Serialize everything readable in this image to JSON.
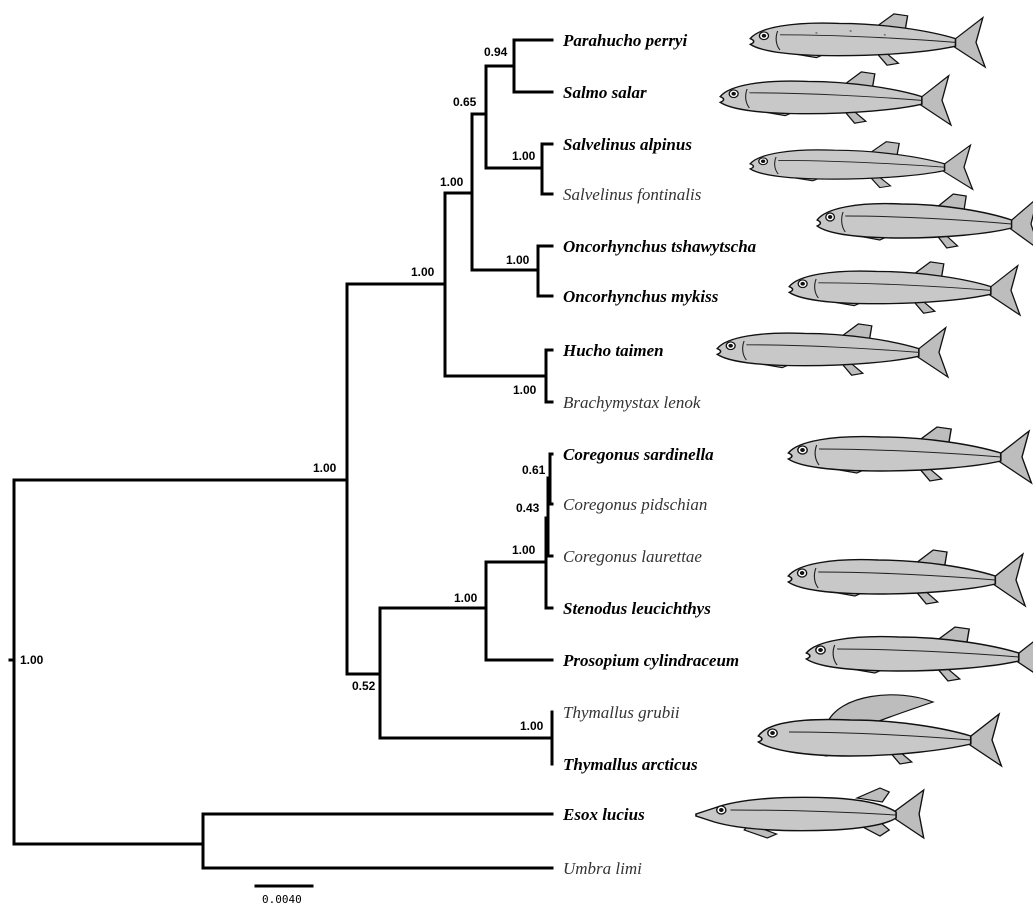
{
  "taxa": [
    {
      "name": "Parahucho perryi",
      "bold": true
    },
    {
      "name": "Salmo salar",
      "bold": true
    },
    {
      "name": "Salvelinus alpinus",
      "bold": true
    },
    {
      "name": "Salvelinus fontinalis",
      "bold": false
    },
    {
      "name": "Oncorhynchus tshawytscha",
      "bold": true
    },
    {
      "name": "Oncorhynchus mykiss",
      "bold": true
    },
    {
      "name": "Hucho taimen",
      "bold": true
    },
    {
      "name": "Brachymystax lenok",
      "bold": false
    },
    {
      "name": "Coregonus sardinella",
      "bold": true
    },
    {
      "name": "Coregonus pidschian",
      "bold": false
    },
    {
      "name": "Coregonus laurettae",
      "bold": false
    },
    {
      "name": "Stenodus leucichthys",
      "bold": true
    },
    {
      "name": "Prosopium cylindraceum",
      "bold": true
    },
    {
      "name": "Thymallus grubii",
      "bold": false
    },
    {
      "name": "Thymallus arcticus",
      "bold": true
    },
    {
      "name": "Esox lucius",
      "bold": true
    },
    {
      "name": "Umbra limi",
      "bold": false
    }
  ],
  "support_values": [
    "1.00",
    "1.00",
    "1.00",
    "0.65",
    "0.94",
    "1.00",
    "1.00",
    "1.00",
    "0.52",
    "1.00",
    "1.00",
    "0.43",
    "0.61",
    "1.00",
    "1.00"
  ],
  "scale_bar": {
    "label": "0.0040"
  },
  "fish_illustrations": [
    "parahucho-fish-icon",
    "salmo-fish-icon",
    "salvelinus-fish-icon",
    "oncorhynchus-tshawytscha-fish-icon",
    "oncorhynchus-mykiss-fish-icon",
    "hucho-fish-icon",
    "coregonus-fish-icon",
    "stenodus-fish-icon",
    "prosopium-fish-icon",
    "thymallus-fish-icon",
    "esox-fish-icon"
  ],
  "colors": {
    "branch": "#000000",
    "fish_fill": "#c8c8c8"
  }
}
